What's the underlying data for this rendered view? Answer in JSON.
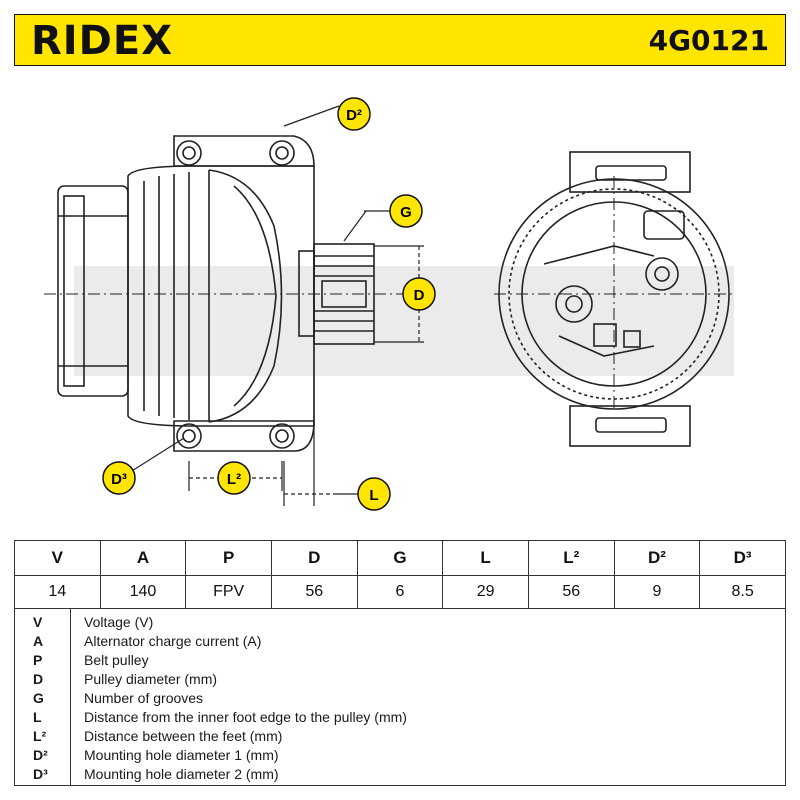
{
  "header": {
    "brand": "RIDEX",
    "part_number": "4G0121",
    "accent_color": "#ffe500"
  },
  "callouts": {
    "d2": "D²",
    "d3": "D³",
    "g": "G",
    "d": "D",
    "l2": "L²",
    "l": "L"
  },
  "spec_table": {
    "headers": [
      "V",
      "A",
      "P",
      "D",
      "G",
      "L",
      "L²",
      "D²",
      "D³"
    ],
    "values": [
      "14",
      "140",
      "FPV",
      "56",
      "6",
      "29",
      "56",
      "9",
      "8.5"
    ]
  },
  "legend": [
    {
      "key": "V",
      "text": "Voltage (V)"
    },
    {
      "key": "A",
      "text": "Alternator charge current (A)"
    },
    {
      "key": "P",
      "text": "Belt pulley"
    },
    {
      "key": "D",
      "text": "Pulley diameter (mm)"
    },
    {
      "key": "G",
      "text": "Number of grooves"
    },
    {
      "key": "L",
      "text": "Distance from the inner foot edge to the pulley (mm)"
    },
    {
      "key": "L²",
      "text": "Distance between the feet (mm)"
    },
    {
      "key": "D²",
      "text": "Mounting hole diameter 1 (mm)"
    },
    {
      "key": "D³",
      "text": "Mounting hole diameter 2 (mm)"
    }
  ]
}
